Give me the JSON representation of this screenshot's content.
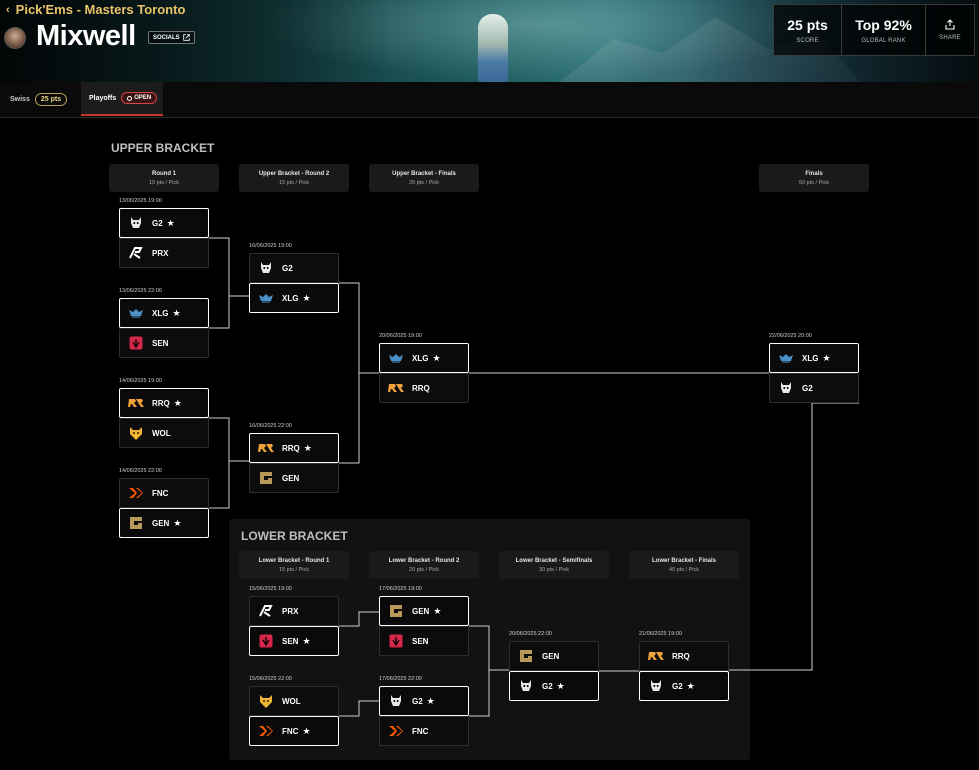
{
  "header": {
    "back_label": "Pick'Ems - Masters Toronto",
    "username": "Mixwell",
    "socials_label": "SOCIALS",
    "stats": [
      {
        "value": "25 pts",
        "label": "SCORE"
      },
      {
        "value": "Top 92%",
        "label": "GLOBAL RANK"
      },
      {
        "value": "",
        "label": "SHARE",
        "icon": "share-icon"
      }
    ]
  },
  "tabs": [
    {
      "label": "Swiss",
      "badge": "25 pts"
    },
    {
      "label": "Playoffs",
      "badge": "OPEN",
      "active": true
    }
  ],
  "upper": {
    "title": "UPPER BRACKET",
    "rounds": [
      {
        "name": "Round 1",
        "points": "10 pts / Pick"
      },
      {
        "name": "Upper Bracket - Round 2",
        "points": "15 pts / Pick"
      },
      {
        "name": "Upper Bracket - Finals",
        "points": "20 pts / Pick"
      },
      {
        "name": "Finals",
        "points": "50 pts / Pick"
      }
    ]
  },
  "lower": {
    "title": "LOWER BRACKET",
    "rounds": [
      {
        "name": "Lower Bracket - Round 1",
        "points": "15 pts / Pick"
      },
      {
        "name": "Lower Bracket - Round 2",
        "points": "20 pts / Pick"
      },
      {
        "name": "Lower Bracket - Semifinals",
        "points": "30 pts / Pick"
      },
      {
        "name": "Lower Bracket - Finals",
        "points": "40 pts / Pick"
      }
    ]
  },
  "matches": [
    {
      "date": "13/06/2025 19:00",
      "teams": [
        {
          "name": "G2",
          "pick": true
        },
        {
          "name": "PRX",
          "pick": false
        }
      ]
    },
    {
      "date": "13/06/2025 22:00",
      "teams": [
        {
          "name": "XLG",
          "pick": true
        },
        {
          "name": "SEN",
          "pick": false
        }
      ]
    },
    {
      "date": "14/06/2025 19:00",
      "teams": [
        {
          "name": "RRQ",
          "pick": true
        },
        {
          "name": "WOL",
          "pick": false
        }
      ]
    },
    {
      "date": "14/06/2025 22:00",
      "teams": [
        {
          "name": "FNC",
          "pick": false
        },
        {
          "name": "GEN",
          "pick": true
        }
      ]
    },
    {
      "date": "16/06/2025 19:00",
      "teams": [
        {
          "name": "G2",
          "pick": false
        },
        {
          "name": "XLG",
          "pick": true
        }
      ]
    },
    {
      "date": "16/06/2025 22:00",
      "teams": [
        {
          "name": "RRQ",
          "pick": true
        },
        {
          "name": "GEN",
          "pick": false
        }
      ]
    },
    {
      "date": "20/06/2025 19:00",
      "teams": [
        {
          "name": "XLG",
          "pick": true
        },
        {
          "name": "RRQ",
          "pick": false
        }
      ]
    },
    {
      "date": "22/06/2025 20:00",
      "teams": [
        {
          "name": "XLG",
          "pick": true
        },
        {
          "name": "G2",
          "pick": false
        }
      ]
    },
    {
      "date": "15/06/2025 19:00",
      "teams": [
        {
          "name": "PRX",
          "pick": false
        },
        {
          "name": "SEN",
          "pick": true
        }
      ]
    },
    {
      "date": "15/06/2025 22:00",
      "teams": [
        {
          "name": "WOL",
          "pick": false
        },
        {
          "name": "FNC",
          "pick": true
        }
      ]
    },
    {
      "date": "17/06/2025 19:00",
      "teams": [
        {
          "name": "GEN",
          "pick": true
        },
        {
          "name": "SEN",
          "pick": false
        }
      ]
    },
    {
      "date": "17/06/2025 22:00",
      "teams": [
        {
          "name": "G2",
          "pick": true
        },
        {
          "name": "FNC",
          "pick": false
        }
      ]
    },
    {
      "date": "20/06/2025 22:00",
      "teams": [
        {
          "name": "GEN",
          "pick": false
        },
        {
          "name": "G2",
          "pick": true
        }
      ]
    },
    {
      "date": "21/06/2025 19:00",
      "teams": [
        {
          "name": "RRQ",
          "pick": false
        },
        {
          "name": "G2",
          "pick": true
        }
      ]
    }
  ],
  "team_logos": {
    "G2": {
      "icon": "g2-logo-icon",
      "color": "#e8e8e8"
    },
    "PRX": {
      "icon": "prx-logo-icon",
      "color": "#ffffff"
    },
    "XLG": {
      "icon": "xlg-logo-icon",
      "color": "#4a90c8"
    },
    "SEN": {
      "icon": "sen-logo-icon",
      "color": "#d6264a"
    },
    "RRQ": {
      "icon": "rrq-logo-icon",
      "color": "#f2a23a"
    },
    "WOL": {
      "icon": "wol-logo-icon",
      "color": "#f0b531"
    },
    "FNC": {
      "icon": "fnc-logo-icon",
      "color": "#ff5a00"
    },
    "GEN": {
      "icon": "gen-logo-icon",
      "color": "#b8995a"
    }
  },
  "colors": {
    "accent": "#e9c46a",
    "open": "#d64545",
    "selected_border": "#ffffff"
  }
}
